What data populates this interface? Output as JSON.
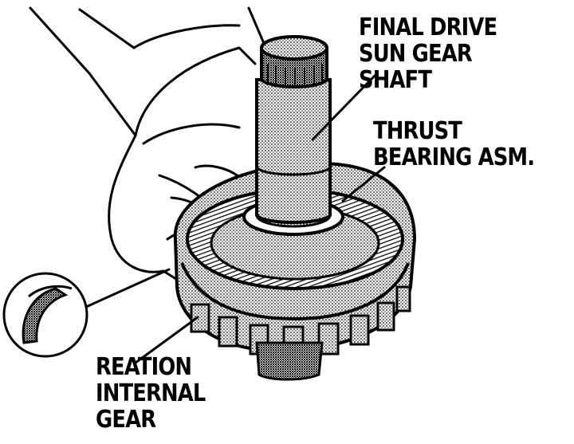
{
  "labels": {
    "final_drive_sun_gear_shaft": [
      "FINAL DRIVE",
      "SUN GEAR",
      "SHAFT"
    ],
    "thrust_bearing_asm": [
      "THRUST",
      "BEARING ASM."
    ],
    "reaction_internal_gear": [
      "REATION",
      "INTERNAL",
      "GEAR"
    ]
  },
  "colors": {
    "ink": "#000000",
    "paper": "#ffffff",
    "stipple": "#8a8a8a"
  }
}
